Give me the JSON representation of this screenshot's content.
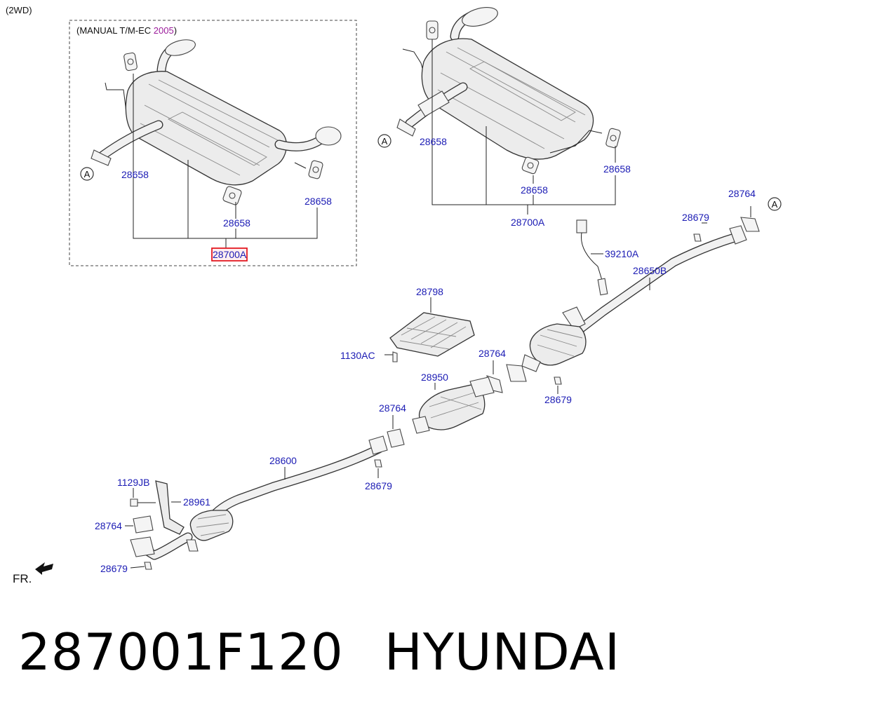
{
  "header": {
    "variant": "(2WD)"
  },
  "inset": {
    "title_prefix": "(MANUAL T/M-EC ",
    "title_year": "2005",
    "title_suffix": ")",
    "highlight_color": "#e41b23",
    "year_color": "#9b1c9b"
  },
  "callouts": {
    "inset_a": "A",
    "inset_28658_left": "28658",
    "inset_28658_mid": "28658",
    "inset_28658_right": "28658",
    "inset_28700a": "28700A",
    "top_a": "A",
    "top_28658_left": "28658",
    "top_28658_mid": "28658",
    "top_28658_right": "28658",
    "top_28700a": "28700A",
    "front_a": "A",
    "p28764_top": "28764",
    "p28679_top": "28679",
    "p39210a": "39210A",
    "p28650b": "28650B",
    "p28798": "28798",
    "p1130ac": "1130AC",
    "p28764_mid": "28764",
    "p28950": "28950",
    "p28679_mid": "28679",
    "p28764_low": "28764",
    "p28600": "28600",
    "p28679_low": "28679",
    "p1129jb": "1129JB",
    "p28961": "28961",
    "p28764_bot": "28764",
    "p28679_bot": "28679"
  },
  "front_indicator": "FR.",
  "footer": {
    "part_number": "287001F120",
    "brand": "HYUNDAI"
  },
  "colors": {
    "label_blue": "#1b1bb4",
    "line": "#222222"
  }
}
